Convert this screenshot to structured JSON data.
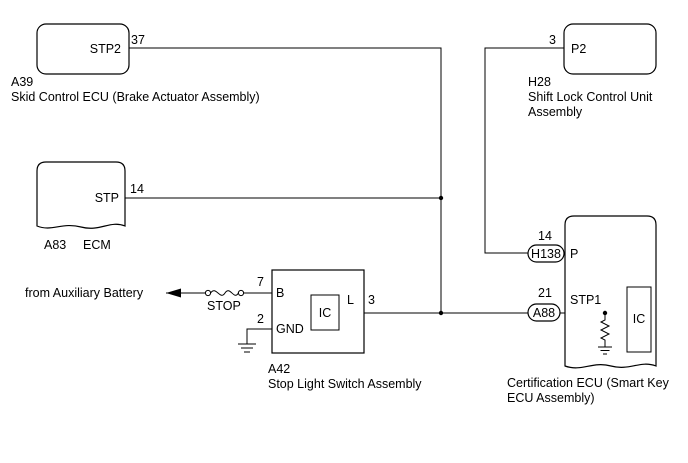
{
  "components": {
    "skid_control_ecu": {
      "code": "A39",
      "name": "Skid Control ECU (Brake Actuator Assembly)",
      "terminal": "STP2",
      "pin": "37"
    },
    "shift_lock_unit": {
      "code": "H28",
      "name_line1": "Shift Lock Control Unit",
      "name_line2": "Assembly",
      "terminal": "P2",
      "pin": "3"
    },
    "ecm": {
      "code": "A83",
      "name": "ECM",
      "terminal": "STP",
      "pin": "14"
    },
    "stop_light_switch": {
      "code": "A42",
      "name": "Stop Light Switch Assembly",
      "terminal_b": "B",
      "terminal_gnd": "GND",
      "terminal_l": "L",
      "ic": "IC",
      "pin_b": "7",
      "pin_gnd": "2",
      "pin_l": "3"
    },
    "certification_ecu": {
      "name_line1": "Certification ECU (Smart Key",
      "name_line2": "ECU Assembly)",
      "terminal_p": "P",
      "terminal_stp1": "STP1",
      "ic": "IC",
      "pin_p": "14",
      "pin_stp1": "21"
    }
  },
  "connectors": {
    "h138": "H138",
    "a88": "A88"
  },
  "power": {
    "source": "from Auxiliary Battery",
    "fuse": "STOP"
  }
}
